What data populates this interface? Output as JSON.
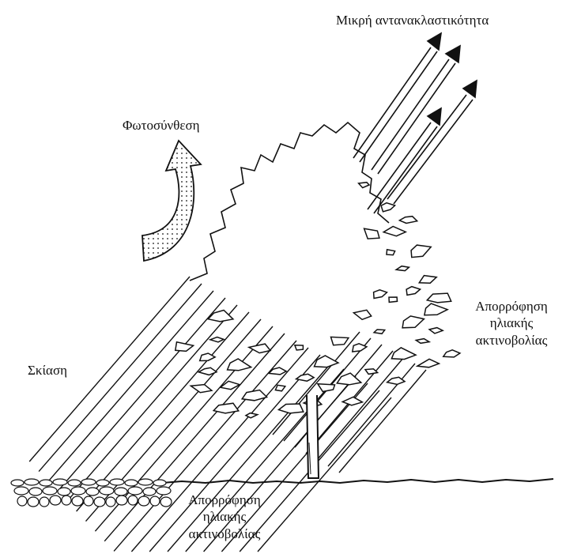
{
  "labels": {
    "reflectance": "Μικρή αντανακλαστικότητα",
    "photosynthesis": "Φωτοσύνθεση",
    "shading": "Σκίαση",
    "absorption_right": {
      "line1": "Απορρόφηση",
      "line2": "ηλιακής",
      "line3": "ακτινοβολίας"
    },
    "absorption_bottom": {
      "line1": "Απορρόφηση",
      "line2": "ηλιακής",
      "line3": "ακτινοβολίας"
    }
  },
  "colors": {
    "ink": "#111111",
    "background": "#ffffff"
  }
}
